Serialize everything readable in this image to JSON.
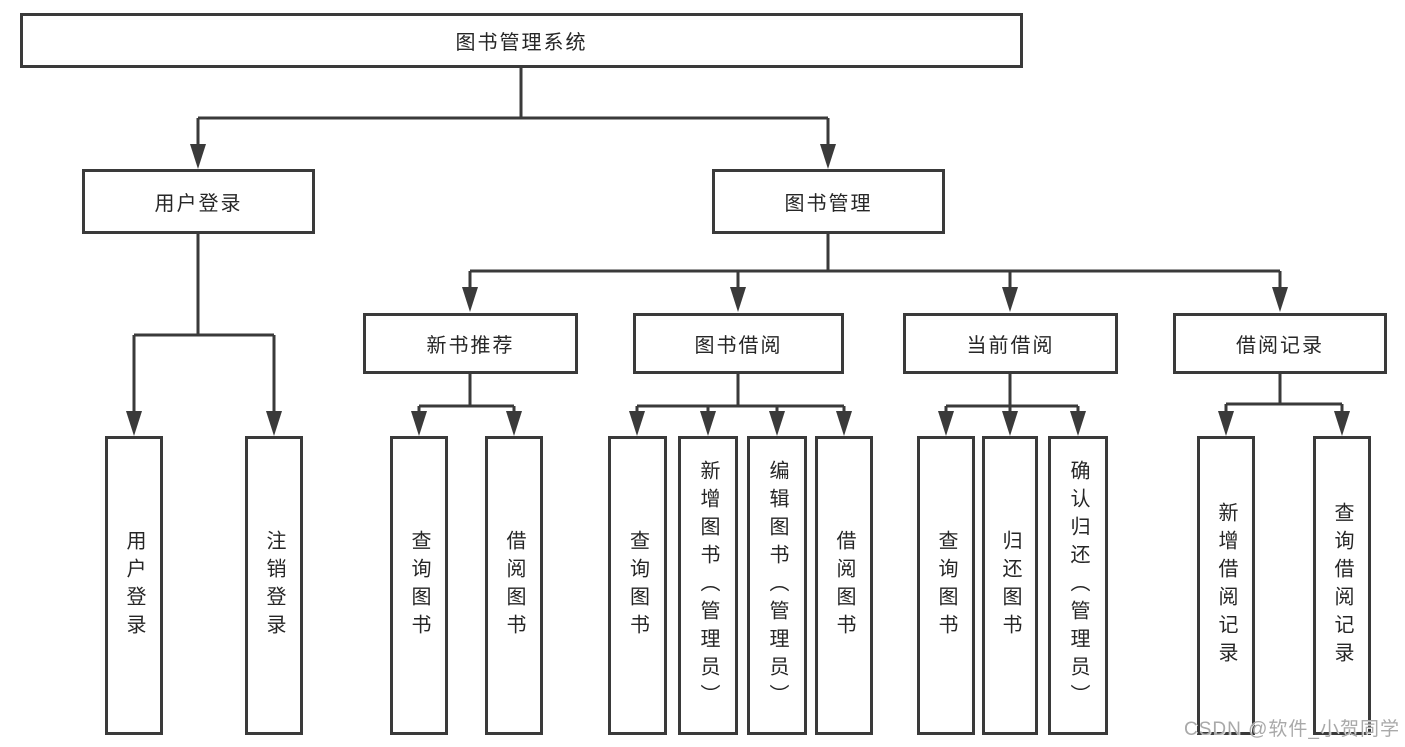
{
  "diagram": {
    "title": "图书管理系统",
    "nodes": {
      "root": "图书管理系统",
      "user_login": "用户登录",
      "book_management": "图书管理",
      "new_book_recommend": "新书推荐",
      "book_borrowing": "图书借阅",
      "current_borrowing": "当前借阅",
      "borrowing_records": "借阅记录",
      "leaf_user_login": "用户登录",
      "leaf_logout": "注销登录",
      "rec_query_books": "查询图书",
      "rec_borrow_books": "借阅图书",
      "bor_query_books": "查询图书",
      "bor_add_books": "新增图书（管理员）",
      "bor_edit_books": "编辑图书（管理员）",
      "bor_borrow_books": "借阅图书",
      "cur_query_books": "查询图书",
      "cur_return_books": "归还图书",
      "cur_confirm_return": "确认归还（管理员）",
      "hist_add_record": "新增借阅记录",
      "hist_query_record": "查询借阅记录"
    }
  },
  "watermark": "CSDN @软件_小贺同学",
  "colors": {
    "line": "#3a3a3a",
    "text": "#262626",
    "watermark": "#a9a9a9",
    "background": "#ffffff"
  }
}
